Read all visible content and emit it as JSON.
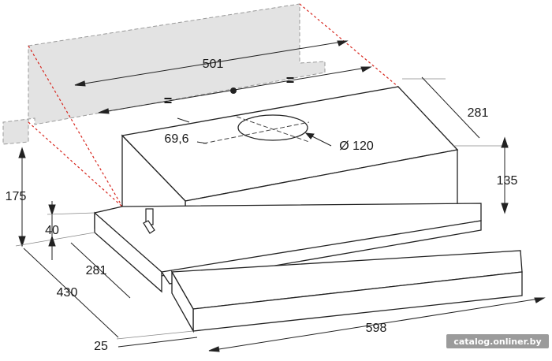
{
  "diagram": {
    "dimensions": {
      "cabinet_width": "501",
      "equal_left": "=",
      "equal_right": "=",
      "depth_top": "281",
      "outlet_offset": "69,6",
      "outlet_diameter": "Ø 120",
      "height_body": "135",
      "height_total": "175",
      "height_front": "40",
      "depth_side": "281",
      "depth_total": "430",
      "front_offset": "25",
      "width_total": "598"
    },
    "watermark": "catalog.onliner.by",
    "colors": {
      "wall": "#e3e3e3",
      "wall_edge": "#9a9a9a",
      "guide": "#d7261e",
      "line": "#222222"
    }
  }
}
